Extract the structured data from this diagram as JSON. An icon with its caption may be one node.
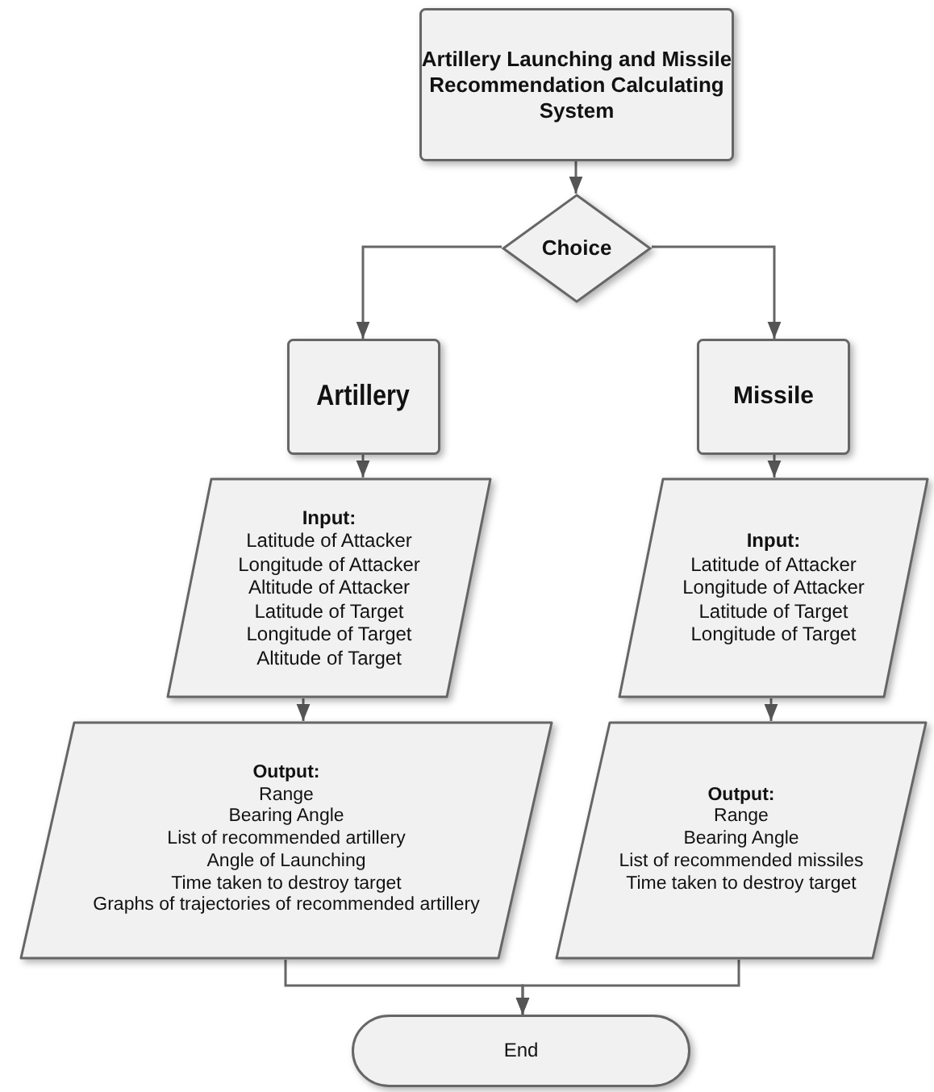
{
  "diagram": {
    "nodes": [
      {
        "text": [
          "Artillery Launching and Missile Recommendation Calculating System"
        ]
      },
      {
        "text": [
          "Choice"
        ]
      },
      {
        "text": [
          "Artillery"
        ]
      },
      {
        "text": [
          "Missile"
        ]
      },
      {
        "text": [
          "Input:",
          "Latitude of Attacker",
          "Longitude of Attacker",
          "Altitude of Attacker",
          "Latitude of Target",
          "Longitude of Target",
          "Altitude of Target"
        ]
      },
      {
        "text": [
          "Input:",
          "Latitude of Attacker",
          "Longitude of Attacker",
          "Latitude of Target",
          "Longitude of Target"
        ]
      },
      {
        "text": [
          "Output:",
          "Range",
          "Bearing Angle",
          "List of recommended artillery",
          "Angle of Launching",
          "Time taken to destroy target",
          "Graphs of trajectories of recommended artillery"
        ]
      },
      {
        "text": [
          "Output:",
          "Range",
          "Bearing Angle",
          "List of recommended missiles",
          "Time taken to destroy target"
        ]
      },
      {
        "text": [
          "End"
        ]
      }
    ],
    "edges": [
      {
        "from": 0,
        "to": 1,
        "arrow": "to"
      },
      {
        "from": 1,
        "to": 2,
        "arrow": "to"
      },
      {
        "from": 1,
        "to": 3,
        "arrow": "to"
      },
      {
        "from": 2,
        "to": 4,
        "arrow": "to"
      },
      {
        "from": 3,
        "to": 5,
        "arrow": "to"
      },
      {
        "from": 4,
        "to": 6,
        "arrow": "to"
      },
      {
        "from": 5,
        "to": 7,
        "arrow": "to"
      },
      {
        "from": 6,
        "to": 8,
        "arrow": "to"
      },
      {
        "from": 7,
        "to": 8,
        "arrow": "to"
      }
    ]
  }
}
